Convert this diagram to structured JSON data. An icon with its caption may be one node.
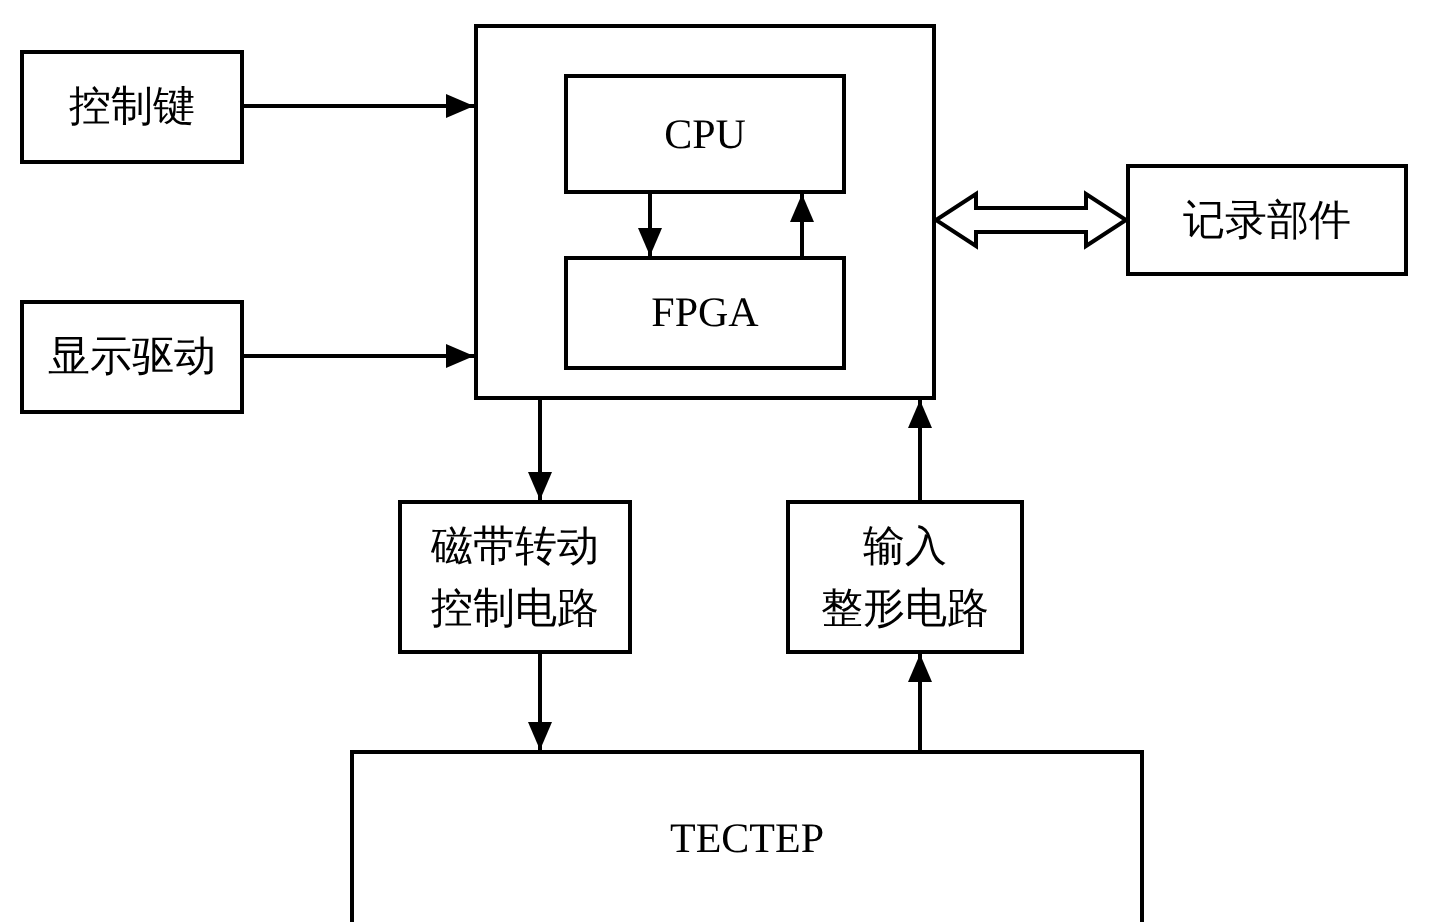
{
  "diagram": {
    "nodes": [
      {
        "text": [
          "控制键"
        ]
      },
      {
        "text": [],
        "shape": "box"
      },
      {
        "text": [
          "CPU"
        ],
        "in": 1
      },
      {
        "text": [
          "FPGA"
        ],
        "in": 1
      },
      {
        "text": [
          "记录部件"
        ]
      },
      {
        "text": [
          "显示驱动"
        ]
      },
      {
        "text": [
          "磁带转动控制电路"
        ]
      },
      {
        "text": [
          "输入整形电路"
        ]
      },
      {
        "text": [
          "TECTEP"
        ]
      }
    ],
    "edges": [
      {
        "from": 0,
        "to": 1,
        "arrow": "to"
      },
      {
        "from": 5,
        "to": 1,
        "arrow": "to"
      },
      {
        "from": 2,
        "to": 3,
        "arrow": "to"
      },
      {
        "from": 3,
        "to": 2,
        "arrow": "to"
      },
      {
        "from": 1,
        "to": 4,
        "arrow": "both",
        "style": "thick"
      },
      {
        "from": 1,
        "to": 6,
        "arrow": "to"
      },
      {
        "from": 7,
        "to": 1,
        "arrow": "to"
      },
      {
        "from": 6,
        "to": 8,
        "arrow": "to"
      },
      {
        "from": 8,
        "to": 7,
        "arrow": "to"
      }
    ]
  }
}
